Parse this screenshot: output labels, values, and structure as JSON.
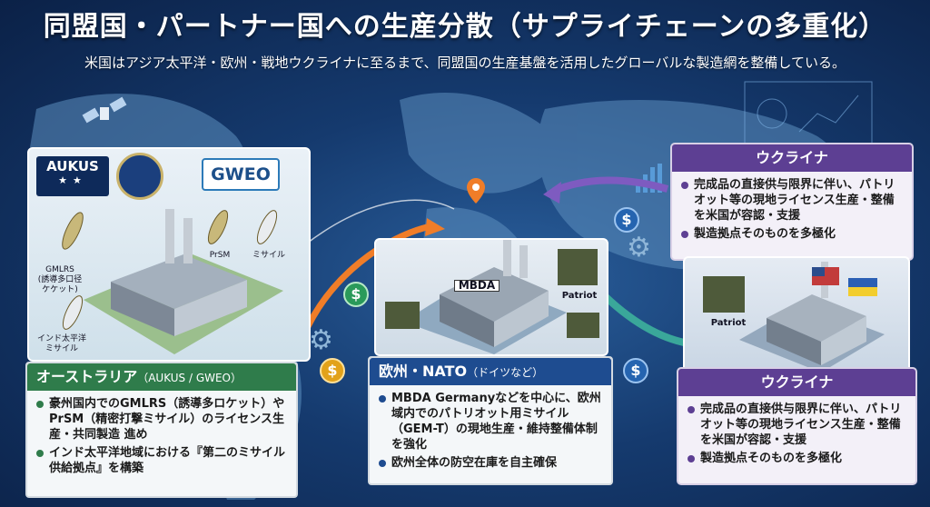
{
  "header": {
    "title": "同盟国・パートナー国への生産分散（サプライチェーンの多重化）",
    "subtitle": "米国はアジア太平洋・欧州・戦地ウクライナに至るまで、同盟国の生産基盤を活用したグローバルな製造網を整備している。"
  },
  "australia": {
    "logos": {
      "aukus": "AUKUS",
      "gweo": "GWEO"
    },
    "labels": {
      "gmlrs": "GMLRS\n(誘導多口径\nケケット)",
      "prsm": "PrSM",
      "missile": "ミサイル",
      "indo": "インド太平洋\nミサイル"
    },
    "heading": "オーストラリア",
    "heading_sub": "（AUKUS / GWEO）",
    "bullets": [
      "豪州国内でのGMLRS（誘導多ロケット）やPrSM（精密打撃ミサイル）のライセンス生産・共同製造 進め",
      "インド太平洋地域における『第二のミサイル供給拠点』を構築"
    ]
  },
  "europe": {
    "factory_sign": "MBDA",
    "patriot_label": "Patriot",
    "heading": "欧州・NATO",
    "heading_sub": "（ドイツなど）",
    "bullets": [
      "MBDA Germanyなどを中心に、欧州域内でのパトリオット用ミサイル（GEM-T）の現地生産・維持整備体制を強化",
      "欧州全体の防空在庫を自主確保"
    ]
  },
  "ukraine_top": {
    "heading": "ウクライナ",
    "bullets": [
      "完成品の直接供与限界に伴い、パトリオット等の現地ライセンス生産・整備を米国が容認・支援",
      "製造拠点そのものを多極化"
    ]
  },
  "ukraine_bottom": {
    "patriot_label": "Patriot",
    "heading": "ウクライナ",
    "bullets": [
      "完成品の直接供与限界に伴い、パトリオット等の現地ライセンス生産・整備を米国が容認・支援",
      "製造拠点そのものを多極化"
    ]
  },
  "colors": {
    "green": "#2f7c4b",
    "blue": "#1e4c90",
    "purple": "#5d3f93",
    "arrow_orange": "#f07d28",
    "arrow_purple": "#7e5bc0",
    "arrow_teal": "#3aa79a"
  },
  "icons": [
    "satellite-icon",
    "dollar-coin-icon",
    "gear-icon",
    "location-pin-icon",
    "chart-icon"
  ]
}
